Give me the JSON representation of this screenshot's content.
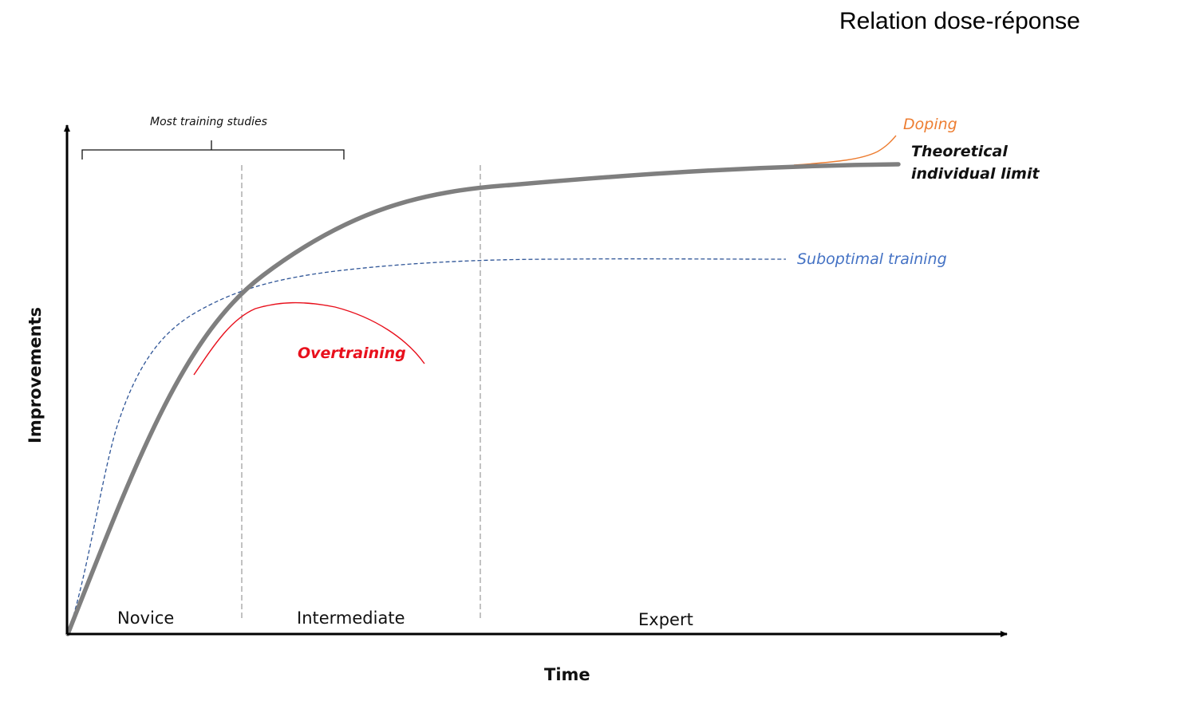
{
  "title": "Relation dose-réponse",
  "axes": {
    "x_label": "Time",
    "y_label": "Improvements"
  },
  "phases": {
    "novice": "Novice",
    "intermediate": "Intermediate",
    "expert": "Expert"
  },
  "bracket": {
    "label": "Most training studies"
  },
  "curves": {
    "doping": {
      "label": "Doping",
      "color": "#ED7D31"
    },
    "limit": {
      "label_line1": "Theoretical",
      "label_line2": "individual limit",
      "color": "#808080"
    },
    "suboptimal": {
      "label": "Suboptimal training",
      "color": "#4472C4"
    },
    "overtraining": {
      "label": "Overtraining",
      "color": "#E8101C"
    }
  }
}
